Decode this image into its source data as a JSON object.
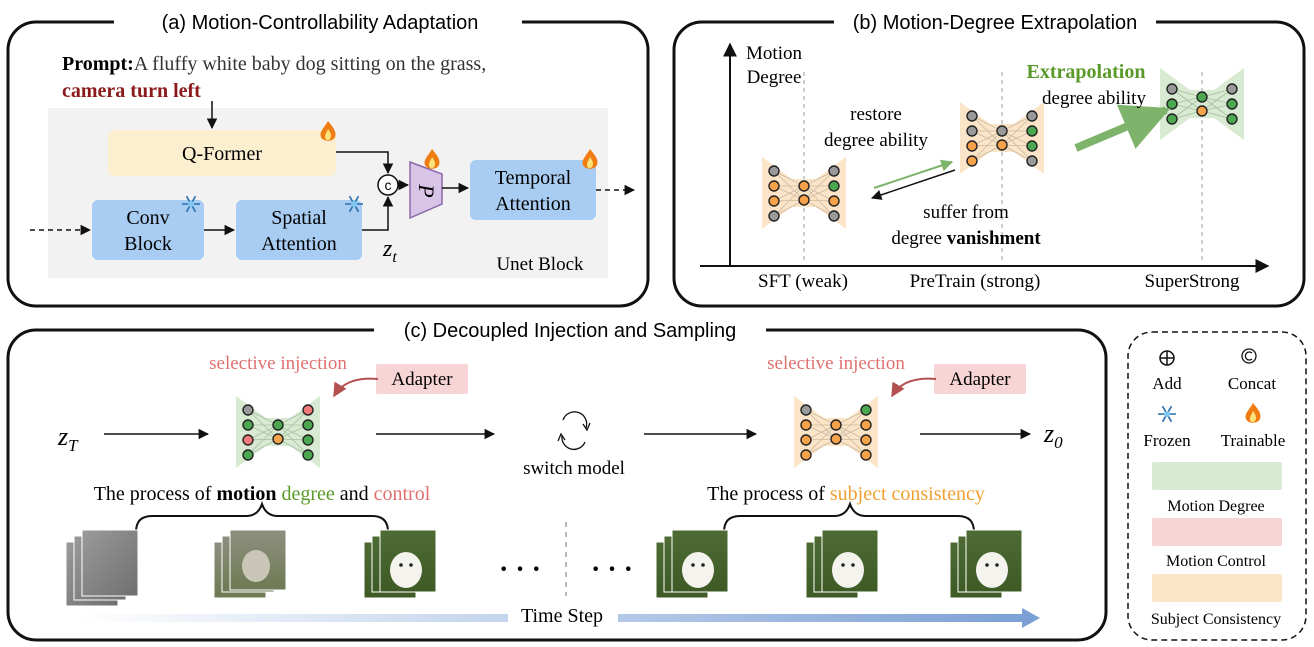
{
  "panel_a": {
    "title": "(a) Motion-Controllability Adaptation",
    "prompt_label": "Prompt:",
    "prompt_text": "A fluffy white baby dog sitting on the grass,",
    "prompt_camera": "camera turn left",
    "qformer": "Q-Former",
    "conv_line1": "Conv",
    "conv_line2": "Block",
    "spatial_line1": "Spatial",
    "spatial_line2": "Attention",
    "temporal_line1": "Temporal",
    "temporal_line2": "Attention",
    "concat_symbol": "c",
    "p_label": "P",
    "zt_main": "z",
    "zt_sub": "t",
    "unet_label": "Unet Block"
  },
  "panel_b": {
    "title": "(b) Motion-Degree Extrapolation",
    "y_label_line1": "Motion",
    "y_label_line2": "Degree",
    "restore_line1": "restore",
    "restore_line2": "degree ability",
    "suffer_line1": "suffer from",
    "suffer_line2_a": "degree ",
    "suffer_line2_b": "vanishment",
    "extrap_line1": "Extrapolation",
    "extrap_line2": "degree ability",
    "x_sft": "SFT (weak)",
    "x_pretrain": "PreTrain (strong)",
    "x_super": "SuperStrong"
  },
  "panel_c": {
    "title": "(c) Decoupled Injection and Sampling",
    "selective_left": "selective injection",
    "selective_right": "selective injection",
    "adapter_left": "Adapter",
    "adapter_right": "Adapter",
    "zT_main": "z",
    "zT_sub": "T",
    "z0_main": "z",
    "z0_sub": "0",
    "switch_label": "switch model",
    "process_left_a": "The process of ",
    "process_left_b": "motion",
    "process_left_c": " degree",
    "process_left_d": " and ",
    "process_left_e": "control",
    "process_right_a": "The process of ",
    "process_right_b": "subject consistency",
    "ellipsis_left": "· · ·",
    "ellipsis_right": "· · ·",
    "time_step": "Time Step"
  },
  "legend": {
    "add": "Add",
    "concat": "Concat",
    "frozen": "Frozen",
    "trainable": "Trainable",
    "motion_degree": "Motion Degree",
    "motion_control": "Motion Control",
    "subject_consistency": "Subject Consistency"
  },
  "colors": {
    "green": "#d9ead3",
    "pink": "#f7d4d6",
    "orange": "#fce4c8",
    "blue_box": "#a9cdf2",
    "qformer": "#fbefcf",
    "p_box": "#d7c4e6",
    "green_text": "#5a9a2a",
    "red_text": "#e07070",
    "orange_text": "#f0a030",
    "dark_red": "#8b1a1a"
  }
}
